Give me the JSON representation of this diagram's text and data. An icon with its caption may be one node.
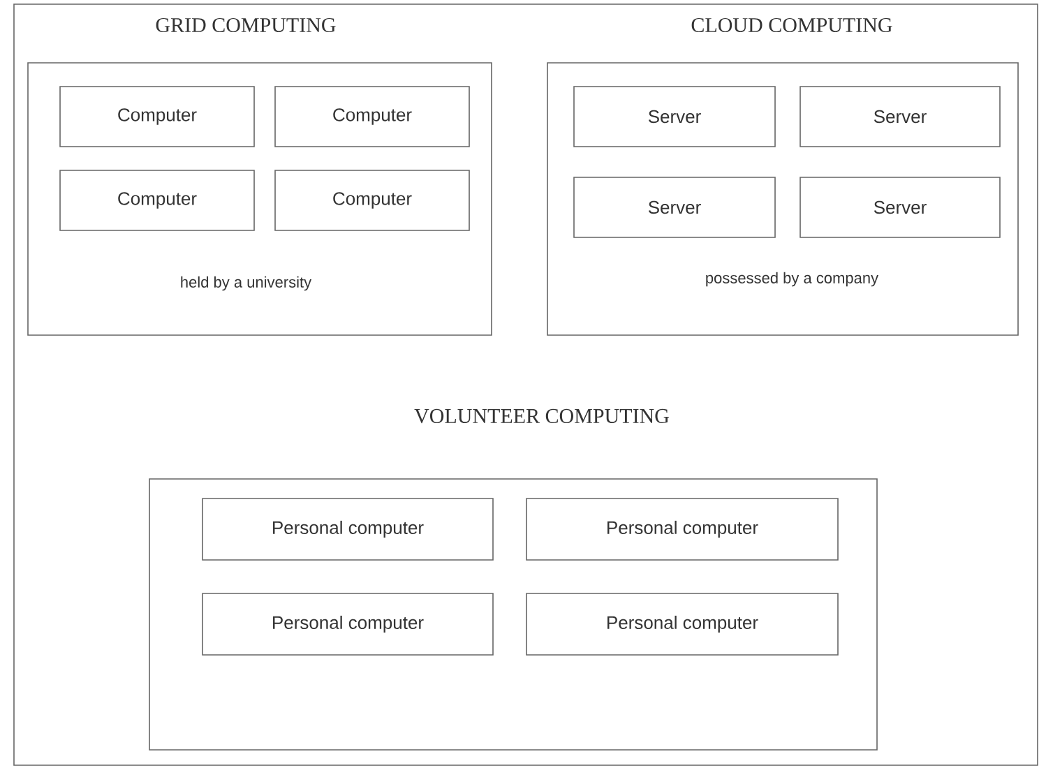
{
  "diagram": {
    "nodes": [
      {
        "text": [
          "GRID COMPUTING",
          "held by a university"
        ]
      },
      {
        "text": [
          "Computer"
        ],
        "in": 0
      },
      {
        "text": [
          "Computer"
        ],
        "in": 0
      },
      {
        "text": [
          "Computer"
        ],
        "in": 0
      },
      {
        "text": [
          "Computer"
        ],
        "in": 0
      },
      {
        "text": [
          "CLOUD COMPUTING",
          "possessed by a company"
        ]
      },
      {
        "text": [
          "Server"
        ],
        "in": 5
      },
      {
        "text": [
          "Server"
        ],
        "in": 5
      },
      {
        "text": [
          "Server"
        ],
        "in": 5
      },
      {
        "text": [
          "Server"
        ],
        "in": 5
      },
      {
        "text": [
          "VOLUNTEER COMPUTING"
        ]
      },
      {
        "text": [
          "Personal computer"
        ],
        "in": 10
      },
      {
        "text": [
          "Personal computer"
        ],
        "in": 10
      },
      {
        "text": [
          "Personal computer"
        ],
        "in": 10
      },
      {
        "text": [
          "Personal computer"
        ],
        "in": 10
      }
    ],
    "edges": []
  }
}
